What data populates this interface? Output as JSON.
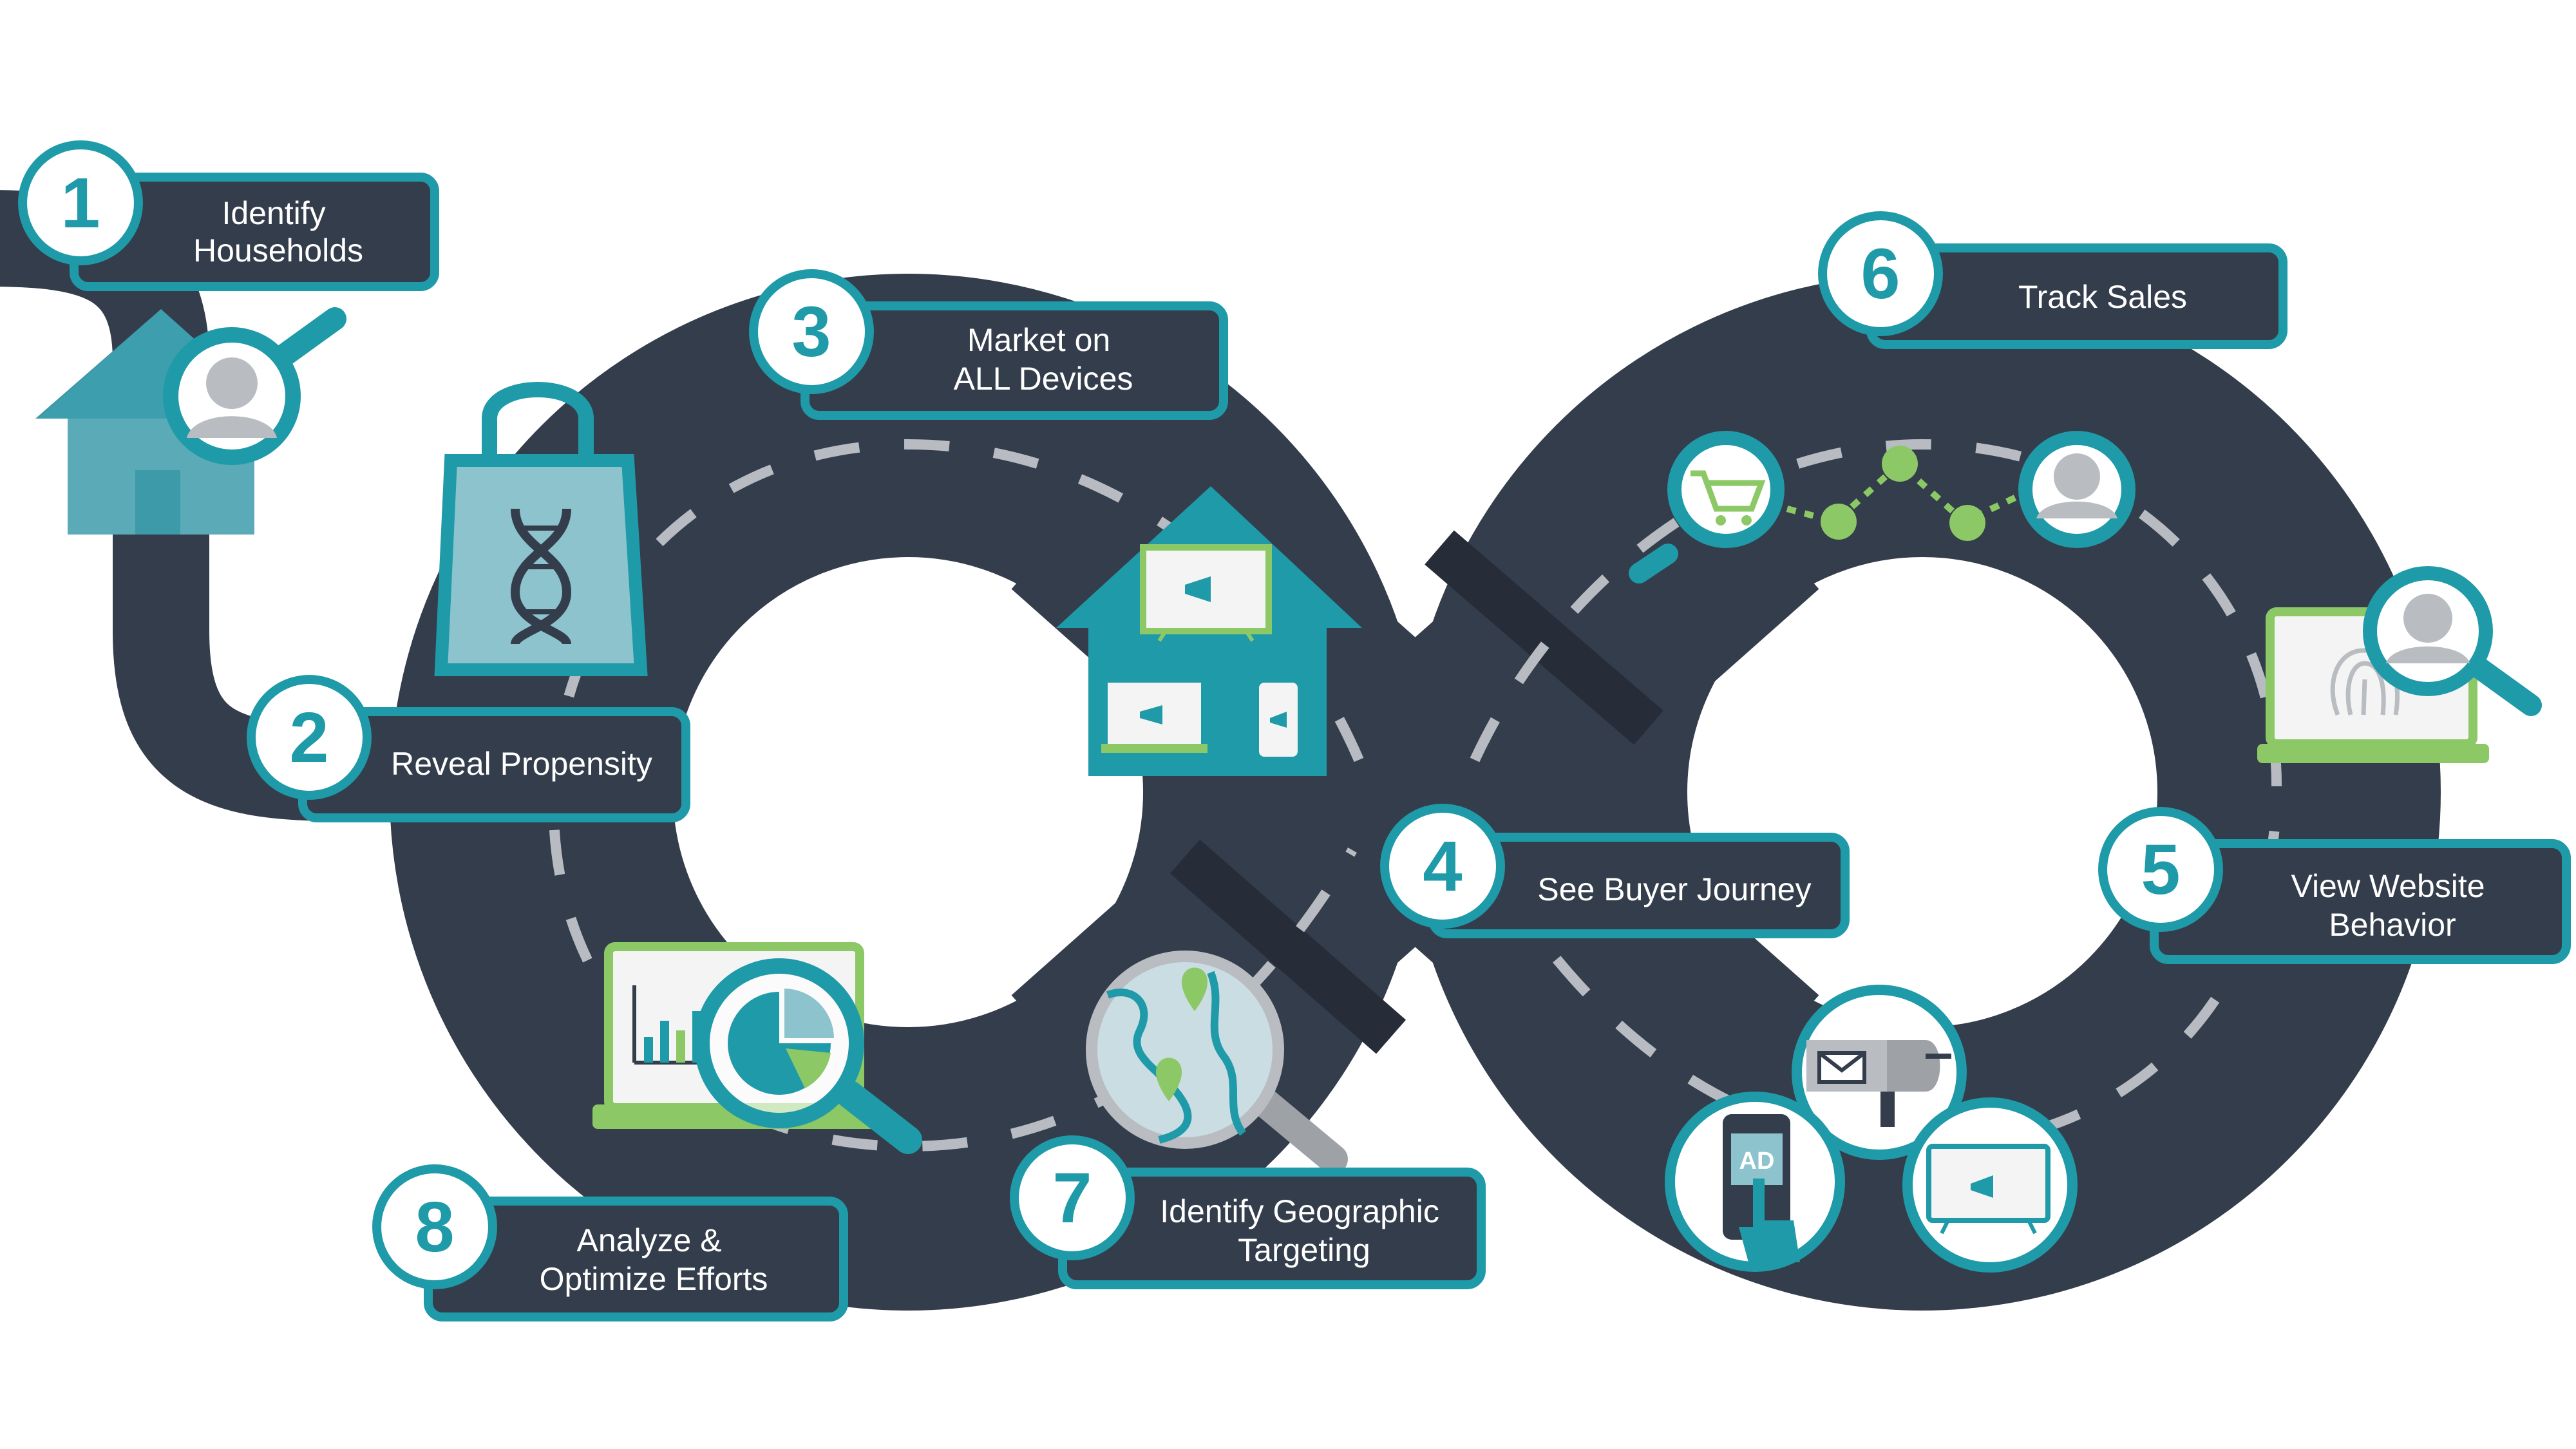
{
  "colors": {
    "road": "#343d4b",
    "teal": "#1f9aa8",
    "teal_light": "#8cc3cd",
    "green": "#8cc866",
    "white": "#ffffff",
    "gray": "#b9bcc0",
    "dash": "#b8bcc2"
  },
  "steps": [
    {
      "number": "1",
      "line1": "Identify",
      "line2": "Households"
    },
    {
      "number": "2",
      "line1": "Reveal Propensity",
      "line2": ""
    },
    {
      "number": "3",
      "line1": "Market on",
      "line2": "ALL Devices"
    },
    {
      "number": "4",
      "line1": "See Buyer Journey",
      "line2": ""
    },
    {
      "number": "5",
      "line1": "View Website",
      "line2": "Behavior"
    },
    {
      "number": "6",
      "line1": "Track Sales",
      "line2": ""
    },
    {
      "number": "7",
      "line1": "Identify Geographic",
      "line2": "Targeting"
    },
    {
      "number": "8",
      "line1": "Analyze &",
      "line2": "Optimize Efforts"
    }
  ],
  "icons": {
    "household": "house-magnifier-icon",
    "propensity": "dna-shopping-bag-icon",
    "devices": "house-devices-icon",
    "journey": "cart-to-person-journey-icon",
    "website": "fingerprint-laptop-icon",
    "sales": "mailbox-ad-tv-icon",
    "geo": "map-magnifier-icon",
    "analyze": "analytics-laptop-icon"
  },
  "badges": {
    "ad": "AD"
  }
}
